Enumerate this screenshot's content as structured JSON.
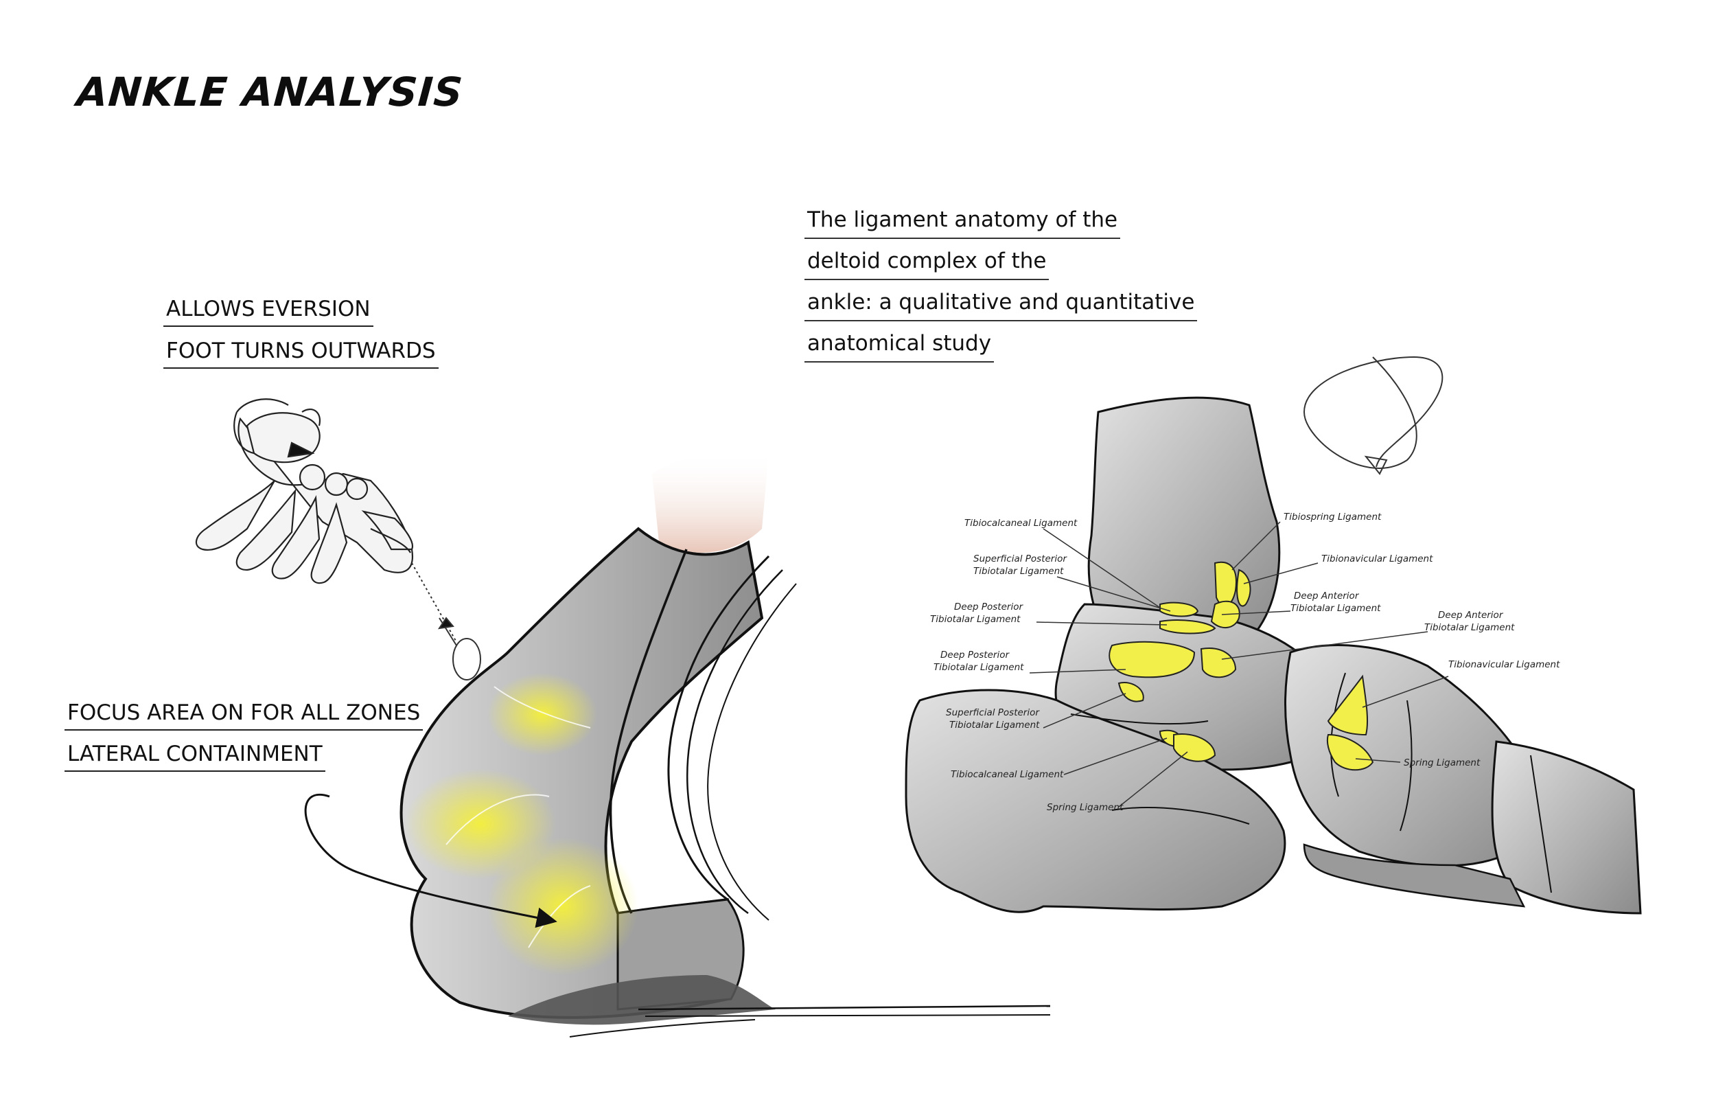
{
  "title": "ANKLE ANALYSIS",
  "eversion": {
    "line1": "ALLOWS EVERSION",
    "line2": "FOOT TURNS OUTWARDS"
  },
  "focus": {
    "line1": "FOCUS AREA ON FOR ALL ZONES",
    "line2": "LATERAL CONTAINMENT"
  },
  "reference": {
    "line1": "The ligament anatomy of the",
    "line2": "deltoid complex of the",
    "line3": "ankle: a qualitative and quantitative",
    "line4": "anatomical study"
  },
  "ligament_labels": {
    "tibiocalcaneal_top": "Tibiocalcaneal Ligament",
    "tibiospring": "Tibiospring Ligament",
    "superficial_posterior_top_1": "Superficial Posterior",
    "superficial_posterior_top_2": "Tibiotalar Ligament",
    "tibionavicular_top": "Tibionavicular Ligament",
    "deep_posterior_top_1": "Deep Posterior",
    "deep_posterior_top_2": "Tibiotalar Ligament",
    "deep_anterior_mid_1": "Deep Anterior",
    "deep_anterior_mid_2": "Tibiotalar Ligament",
    "deep_anterior_right_1": "Deep Anterior",
    "deep_anterior_right_2": "Tibiotalar Ligament",
    "deep_posterior_left_1": "Deep Posterior",
    "deep_posterior_left_2": "Tibiotalar Ligament",
    "tibionavicular_right": "Tibionavicular Ligament",
    "superficial_posterior_low_1": "Superficial Posterior",
    "superficial_posterior_low_2": "Tibiotalar Ligament",
    "spring_right": "Spring Ligament",
    "tibiocalcaneal_low": "Tibiocalcaneal Ligament",
    "spring_low": "Spring Ligament"
  },
  "colors": {
    "highlight": "#f2ee4a",
    "bone": "#a7a7a7",
    "skin": "#e8c6b8"
  }
}
